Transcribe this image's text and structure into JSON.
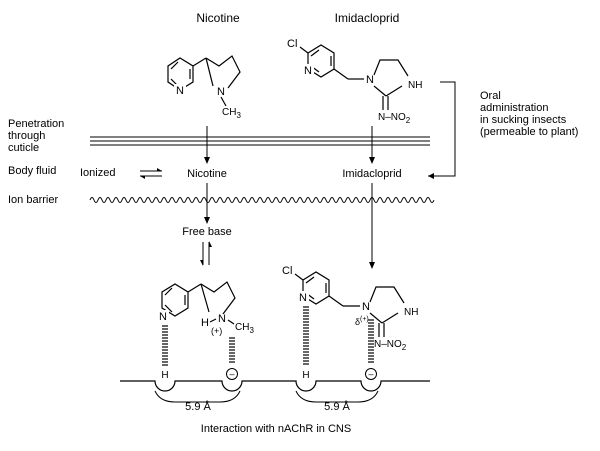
{
  "labels": {
    "nicotine_title": "Nicotine",
    "imidacloprid_title": "Imidacloprid",
    "penetration_l1": "Penetration",
    "penetration_l2": "through",
    "penetration_l3": "cuticle",
    "oral_l1": "Oral",
    "oral_l2": "administration",
    "oral_l3": "in sucking insects",
    "oral_l4": "(permeable to plant)",
    "body_fluid": "Body fluid",
    "ionized": "Ionized",
    "nicotine_mid": "Nicotine",
    "imidacloprid_mid": "Imidacloprid",
    "ion_barrier": "Ion barrier",
    "free_base": "Free base",
    "dist_left": "5.9 Å",
    "dist_right": "5.9 Å",
    "caption": "Interaction with nAChR in CNS"
  },
  "atoms": {
    "n": "N",
    "cl": "Cl",
    "nh": "NH",
    "nno2": "N–NO",
    "sub2": "2",
    "ch3": "CH",
    "sub3": "3",
    "h": "H",
    "plus": "(+)",
    "delta": "δ",
    "minus": "–"
  }
}
